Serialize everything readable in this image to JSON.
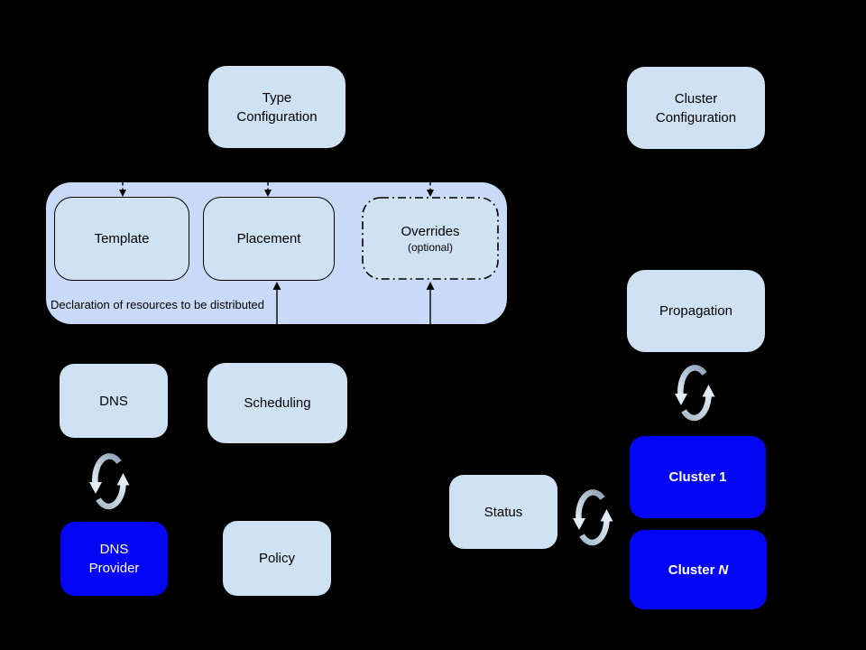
{
  "diagram": {
    "background_color": "#000000",
    "colors": {
      "group_container_fill": "#c9daf8",
      "node_fill": "#cfe2f3",
      "cluster_node_fill": "#0505f5",
      "node_text": "#000000",
      "cluster_node_text": "#ffffff",
      "border": "#000000",
      "sync_icon_light": "#dde9f4",
      "sync_icon_dark": "#8da3b8"
    },
    "nodes": {
      "type_configuration": {
        "line1": "Type",
        "line2": "Configuration"
      },
      "cluster_configuration": {
        "line1": "Cluster",
        "line2": "Configuration"
      },
      "template": {
        "label": "Template"
      },
      "placement": {
        "label": "Placement"
      },
      "overrides": {
        "label": "Overrides",
        "sublabel": "(optional)"
      },
      "dns": {
        "label": "DNS"
      },
      "scheduling": {
        "label": "Scheduling"
      },
      "dns_provider": {
        "line1": "DNS",
        "line2": "Provider"
      },
      "policy": {
        "label": "Policy"
      },
      "propagation": {
        "label": "Propagation"
      },
      "status": {
        "label": "Status"
      },
      "cluster_1": {
        "prefix": "Cluster",
        "suffix": "1"
      },
      "cluster_n": {
        "prefix": "Cluster",
        "suffix": "N"
      }
    },
    "group_container_caption": "Declaration of resources to be distributed",
    "icons": {
      "sync_cycle": {
        "semantic_name": "sync-cycle-icon",
        "instances": [
          "dns-to-dns-provider",
          "propagation-to-cluster-1",
          "status-to-cluster-1"
        ]
      }
    },
    "connectors": {
      "dashed_arrow_targets": [
        "template",
        "placement",
        "overrides"
      ],
      "solid_up_arrow_targets": [
        "placement",
        "overrides"
      ]
    }
  }
}
